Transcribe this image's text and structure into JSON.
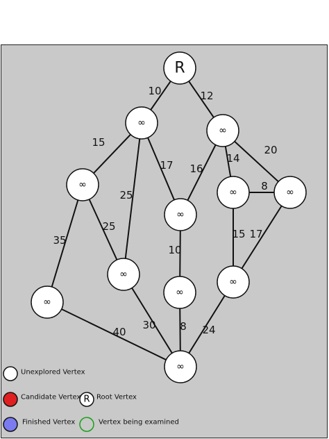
{
  "graph": {
    "nodes": [
      {
        "id": "R",
        "label": "R",
        "root": true
      },
      {
        "id": "a",
        "label": "∞"
      },
      {
        "id": "b",
        "label": "∞"
      },
      {
        "id": "c",
        "label": "∞"
      },
      {
        "id": "d",
        "label": "∞"
      },
      {
        "id": "e",
        "label": "∞"
      },
      {
        "id": "f",
        "label": "∞"
      },
      {
        "id": "g",
        "label": "∞"
      },
      {
        "id": "h",
        "label": "∞"
      },
      {
        "id": "i",
        "label": "∞"
      },
      {
        "id": "j",
        "label": "∞"
      },
      {
        "id": "k",
        "label": "∞"
      },
      {
        "id": "l",
        "label": "∞"
      }
    ],
    "edges": [
      {
        "from": "R",
        "to": "a",
        "weight": "10"
      },
      {
        "from": "R",
        "to": "b",
        "weight": "12"
      },
      {
        "from": "a",
        "to": "c",
        "weight": "15"
      },
      {
        "from": "a",
        "to": "d",
        "weight": "17"
      },
      {
        "from": "a",
        "to": "g",
        "weight": "25"
      },
      {
        "from": "b",
        "to": "d",
        "weight": "16"
      },
      {
        "from": "b",
        "to": "e",
        "weight": "14"
      },
      {
        "from": "b",
        "to": "f",
        "weight": "20"
      },
      {
        "from": "e",
        "to": "f",
        "weight": "8"
      },
      {
        "from": "c",
        "to": "j",
        "weight": "35"
      },
      {
        "from": "c",
        "to": "g",
        "weight": "25"
      },
      {
        "from": "d",
        "to": "h",
        "weight": "10"
      },
      {
        "from": "e",
        "to": "i",
        "weight": "15"
      },
      {
        "from": "f",
        "to": "i",
        "weight": "17"
      },
      {
        "from": "j",
        "to": "k",
        "weight": "40"
      },
      {
        "from": "g",
        "to": "k",
        "weight": "30"
      },
      {
        "from": "h",
        "to": "k",
        "weight": "8"
      },
      {
        "from": "i",
        "to": "k",
        "weight": "24"
      }
    ]
  },
  "legend": {
    "unexplored": {
      "label": "Unexplored Vertex",
      "color": "#ffffff"
    },
    "candidate": {
      "label": "Candidate Vertex",
      "color": "#e02020"
    },
    "root": {
      "label": "Root Vertex",
      "symbol": "R"
    },
    "finished": {
      "label": "Finished Vertex",
      "color": "#7b7bf0"
    },
    "examined": {
      "label": "Vertex being examined",
      "color": "#18a018"
    }
  }
}
